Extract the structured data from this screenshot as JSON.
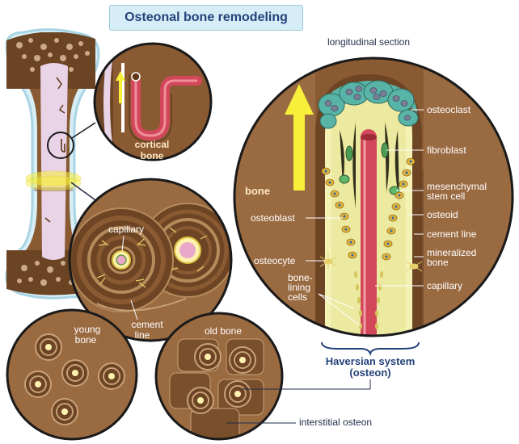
{
  "title": "Osteonal bone remodeling",
  "colors": {
    "bone_brown": "#8a5a33",
    "dark_brown": "#5e3819",
    "marrow_pink": "#e9d3e6",
    "vessel_red": "#d2475a",
    "highlight_yellow": "#f7ef3a",
    "osteoclast_teal": "#58b4a6",
    "title_bg": "#d6ecf6",
    "title_text": "#24427a",
    "label_text": "#1f2d4a"
  },
  "labels": {
    "longitudinal_section": "longitudinal section",
    "cortical_bone_1": "cortical",
    "cortical_bone_2": "bone",
    "bone": "bone",
    "capillary_top": "capillary",
    "cement_line_1": "cement",
    "cement_line_2": "line",
    "young_bone_1": "young",
    "young_bone_2": "bone",
    "old_bone": "old bone",
    "interstitial_osteon": "interstitial osteon",
    "haversian_system": "Haversian system",
    "osteon": "(osteon)",
    "osteoclast": "osteoclast",
    "fibroblast": "fibroblast",
    "mesenchymal_1": "mesenchymal",
    "mesenchymal_2": "stem cell",
    "osteoid": "osteoid",
    "cement_line_right": "cement line",
    "mineralized_1": "mineralized",
    "mineralized_2": "bone",
    "capillary_right": "capillary",
    "osteoblast": "osteoblast",
    "osteocyte": "osteocyte",
    "bone_lining_1": "bone-",
    "bone_lining_2": "lining",
    "bone_lining_3": "cells"
  }
}
